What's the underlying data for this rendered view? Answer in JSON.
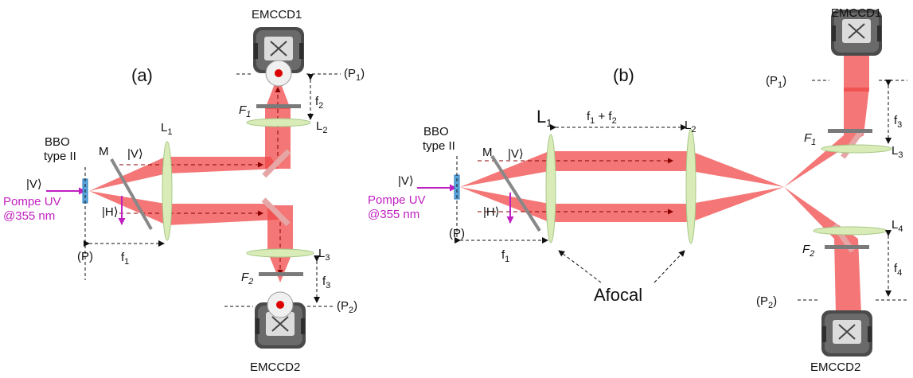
{
  "panel_a": {
    "tag": "(a)",
    "camera_top": "EMCCD1",
    "camera_bottom": "EMCCD2",
    "crystal": "BBO",
    "crystal_type": "type II",
    "mirror": "M",
    "pol_v_beam": "|V⟩",
    "pol_h_beam": "|H⟩",
    "pol_v_pump": "|V⟩",
    "pump_line1": "Pompe UV",
    "pump_line2": "@355 nm",
    "plane_p": "(P)",
    "plane_p1": "(P",
    "plane_p1_sub": "1",
    "plane_p2": "(P",
    "plane_p2_sub": "2",
    "lens1": "L",
    "lens1_sub": "1",
    "lens2": "L",
    "lens2_sub": "2",
    "lens3": "L",
    "lens3_sub": "3",
    "filter1": "F",
    "filter1_sub": "1",
    "filter2": "F",
    "filter2_sub": "2",
    "focal1": "f",
    "focal1_sub": "1",
    "focal2": "f",
    "focal2_sub": "2",
    "focal3": "f",
    "focal3_sub": "3"
  },
  "panel_b": {
    "tag": "(b)",
    "camera_top": "EMCCD1",
    "camera_bottom": "EMCCD2",
    "crystal": "BBO",
    "crystal_type": "type II",
    "mirror": "M",
    "pol_v_beam": "|V⟩",
    "pol_h_beam": "|H⟩",
    "pol_v_pump": "|V⟩",
    "pump_line1": "Pompe UV",
    "pump_line2": "@355 nm",
    "plane_p": "(P)",
    "plane_p1": "(P",
    "plane_p1_sub": "1",
    "plane_p2": "(P",
    "plane_p2_sub": "2",
    "lens1": "L",
    "lens1_sub": "1",
    "lens2": "L",
    "lens2_sub": "2",
    "lens3": "L",
    "lens3_sub": "3",
    "lens4": "L",
    "lens4_sub": "4",
    "filter1": "F",
    "filter1_sub": "1",
    "filter2": "F",
    "filter2_sub": "2",
    "focal1": "f",
    "focal1_sub": "1",
    "focal_sum_a": "f",
    "focal_sum_a_sub": "1",
    "focal_sum_plus": " + f",
    "focal_sum_b_sub": "2",
    "focal3": "f",
    "focal3_sub": "3",
    "focal4": "f",
    "focal4_sub": "4",
    "afocal": "Afocal"
  },
  "colors": {
    "beam": "#f04848",
    "pump": "#c020c0",
    "lens": "#d9ecb8",
    "filter": "#7a7a7a",
    "crystal": "#5aa8e0"
  }
}
